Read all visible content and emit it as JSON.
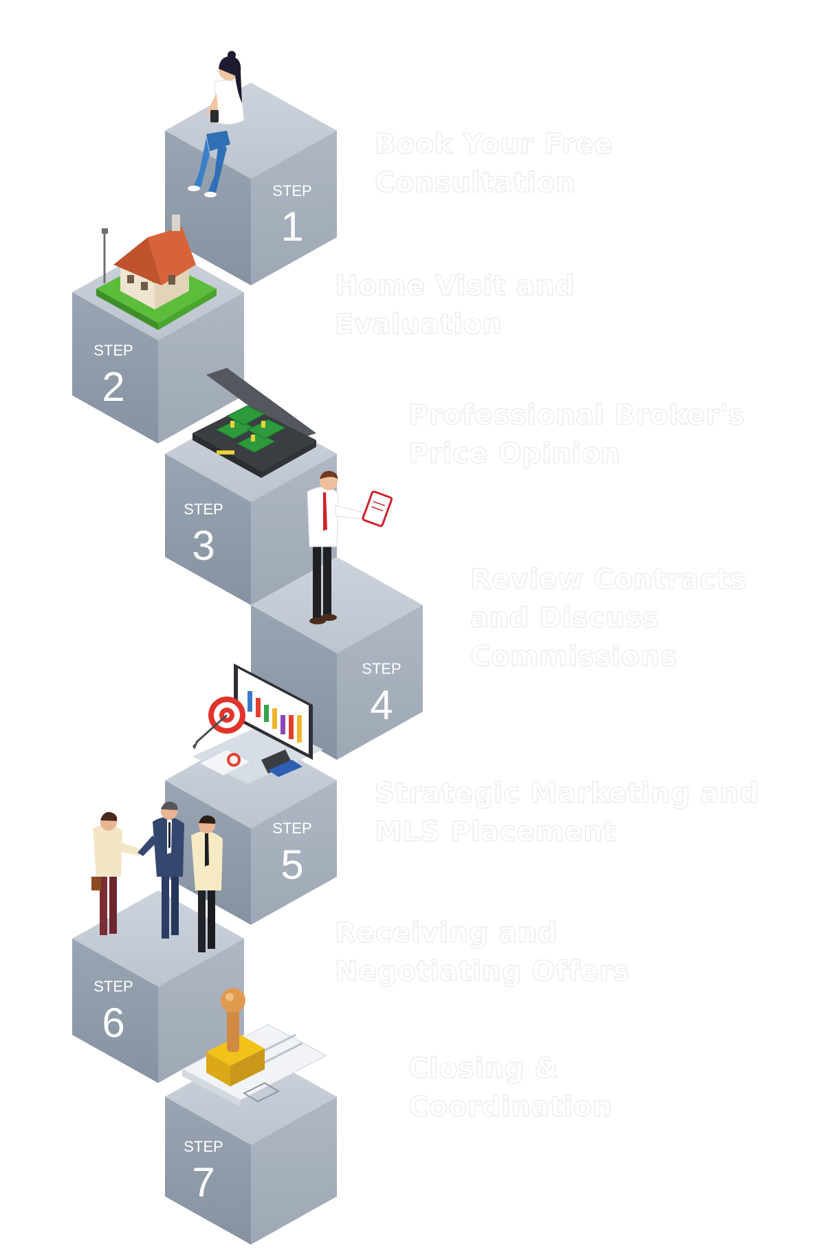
{
  "steps": [
    {
      "step_word": "STEP",
      "number": "1",
      "title_lines": [
        "Book Your Free",
        "Consultation"
      ],
      "illustration": "woman-sitting-with-phone-icon"
    },
    {
      "step_word": "STEP",
      "number": "2",
      "title_lines": [
        "Home Visit and",
        "Evaluation"
      ],
      "illustration": "house-on-lawn-icon"
    },
    {
      "step_word": "STEP",
      "number": "3",
      "title_lines": [
        "Professional Broker's",
        "Price Opinion"
      ],
      "illustration": "briefcase-of-cash-icon"
    },
    {
      "step_word": "STEP",
      "number": "4",
      "title_lines": [
        "Review Contracts",
        "and Discuss",
        "Commissions"
      ],
      "illustration": "man-with-clipboard-icon"
    },
    {
      "step_word": "STEP",
      "number": "5",
      "title_lines": [
        "Strategic Marketing and",
        "MLS Placement"
      ],
      "illustration": "marketing-monitor-target-icon"
    },
    {
      "step_word": "STEP",
      "number": "6",
      "title_lines": [
        "Receiving and",
        "Negotiating Offers"
      ],
      "illustration": "people-handshake-icon"
    },
    {
      "step_word": "STEP",
      "number": "7",
      "title_lines": [
        "Closing &",
        "Coordination"
      ],
      "illustration": "stamp-on-document-icon"
    }
  ],
  "colors": {
    "cube_top": "#c4cbd6",
    "cube_left": "#8e99a8",
    "cube_right": "#a6b0bd",
    "label": "#ffffff",
    "title_fill": "#ffffff",
    "title_outline": "#e9ebee"
  }
}
